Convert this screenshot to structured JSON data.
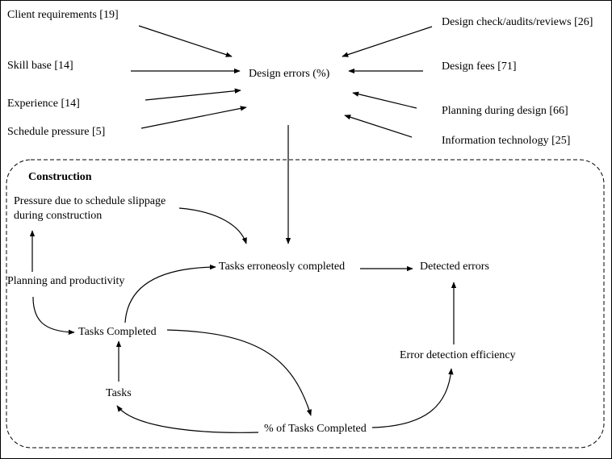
{
  "design": {
    "center": "Design errors (%)",
    "left_factors": [
      "Client requirements [19]",
      "Skill base [14]",
      "Experience [14]",
      "Schedule pressure [5]"
    ],
    "right_factors": [
      "Design check/audits/reviews [26]",
      "Design fees [71]",
      "Planning during design [66]",
      "Information technology [25]"
    ]
  },
  "construction": {
    "title": "Construction",
    "pressure": "Pressure due to schedule slippage during construction",
    "planning": "Planning and productivity",
    "tasks_completed": "Tasks Completed",
    "tasks": "Tasks",
    "tasks_erroneously": "Tasks erroneosly completed",
    "detected_errors": "Detected errors",
    "error_detection": "Error detection efficiency",
    "pct_tasks_completed": "% of Tasks Completed"
  }
}
